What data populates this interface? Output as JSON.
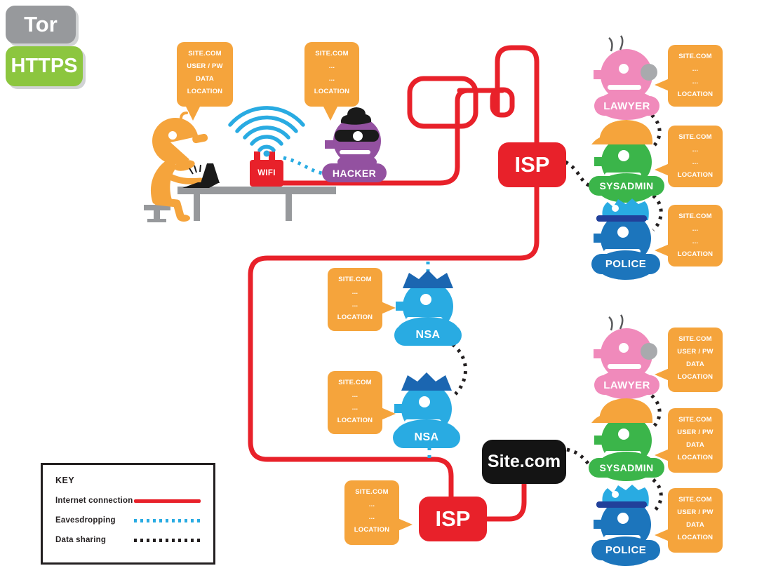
{
  "controls": {
    "tor_label": "Tor",
    "https_label": "HTTPS"
  },
  "nodes": {
    "wifi_label": "WIFI",
    "hacker_label": "HACKER",
    "isp_top_label": "ISP",
    "isp_bottom_label": "ISP",
    "site_label": "Site.com",
    "nsa_top_label": "NSA",
    "nsa_bottom_label": "NSA",
    "lawyer_top_label": "LAWYER",
    "sysadmin_top_label": "SYSADMIN",
    "police_top_label": "POLICE",
    "lawyer_bottom_label": "LAWYER",
    "sysadmin_bottom_label": "SYSADMIN",
    "police_bottom_label": "POLICE"
  },
  "bubbles": {
    "user": {
      "lines": [
        "SITE.COM",
        "USER / PW",
        "DATA",
        "LOCATION"
      ]
    },
    "hacker": {
      "lines": [
        "SITE.COM",
        "...",
        "...",
        "LOCATION"
      ]
    },
    "nsa_top": {
      "lines": [
        "SITE.COM",
        "...",
        "...",
        "LOCATION"
      ]
    },
    "nsa_bottom": {
      "lines": [
        "SITE.COM",
        "...",
        "...",
        "LOCATION"
      ]
    },
    "isp_bottom": {
      "lines": [
        "SITE.COM",
        "...",
        "...",
        "LOCATION"
      ]
    },
    "lawyer_top": {
      "lines": [
        "SITE.COM",
        "...",
        "...",
        "LOCATION"
      ]
    },
    "sysadmin_top": {
      "lines": [
        "SITE.COM",
        "...",
        "...",
        "LOCATION"
      ]
    },
    "police_top": {
      "lines": [
        "SITE.COM",
        "...",
        "...",
        "LOCATION"
      ]
    },
    "lawyer_bottom": {
      "lines": [
        "SITE.COM",
        "USER / PW",
        "DATA",
        "LOCATION"
      ]
    },
    "sysadmin_bottom": {
      "lines": [
        "SITE.COM",
        "USER / PW",
        "DATA",
        "LOCATION"
      ]
    },
    "police_bottom": {
      "lines": [
        "SITE.COM",
        "USER / PW",
        "DATA",
        "LOCATION"
      ]
    }
  },
  "legend": {
    "title": "KEY",
    "items": [
      {
        "label": "Internet connection",
        "style": "solid-red"
      },
      {
        "label": "Eavesdropping",
        "style": "dotted-blue"
      },
      {
        "label": "Data sharing",
        "style": "dotted-black"
      }
    ]
  },
  "colors": {
    "internet_connection": "#E8212A",
    "eavesdropping": "#29ABE2",
    "data_sharing": "#231F20",
    "tor_button": "#97999C",
    "https_button": "#8CC63F",
    "bubble_orange": "#F5A43C",
    "lawyer_pink": "#F08ABB",
    "sysadmin_green": "#3BB54A",
    "police_blue": "#1C75BC",
    "nsa_blue": "#29ABE2",
    "hacker_purple": "#9351A0"
  }
}
